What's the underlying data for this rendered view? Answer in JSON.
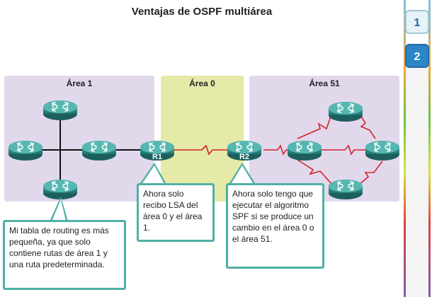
{
  "title": "Ventajas de OSPF multiárea",
  "areas": {
    "area1": "Área 1",
    "area0": "Área 0",
    "area51": "Área 51"
  },
  "routers": {
    "r1": "R1",
    "r2": "R2"
  },
  "callouts": {
    "router_area1": "Mi tabla de routing es más pequeña, ya que solo contiene rutas de área 1 y una ruta predeterminada.",
    "r1": "Ahora solo recibo LSA del área 0 y el área 1.",
    "r2": "Ahora solo tengo que ejecutar el algoritmo SPF si se produce un cambio en el área 0 o el área 51."
  },
  "navigation": {
    "page1": "1",
    "page2": "2",
    "active_page": 2
  },
  "colors": {
    "area_purple": "#e2d8ec",
    "area_yellow": "#e6eaa8",
    "callout_border": "#4fb0a5",
    "router_body": "#2e8a86",
    "serial_link": "#d2232a",
    "active_nav": "#2a86c6"
  }
}
